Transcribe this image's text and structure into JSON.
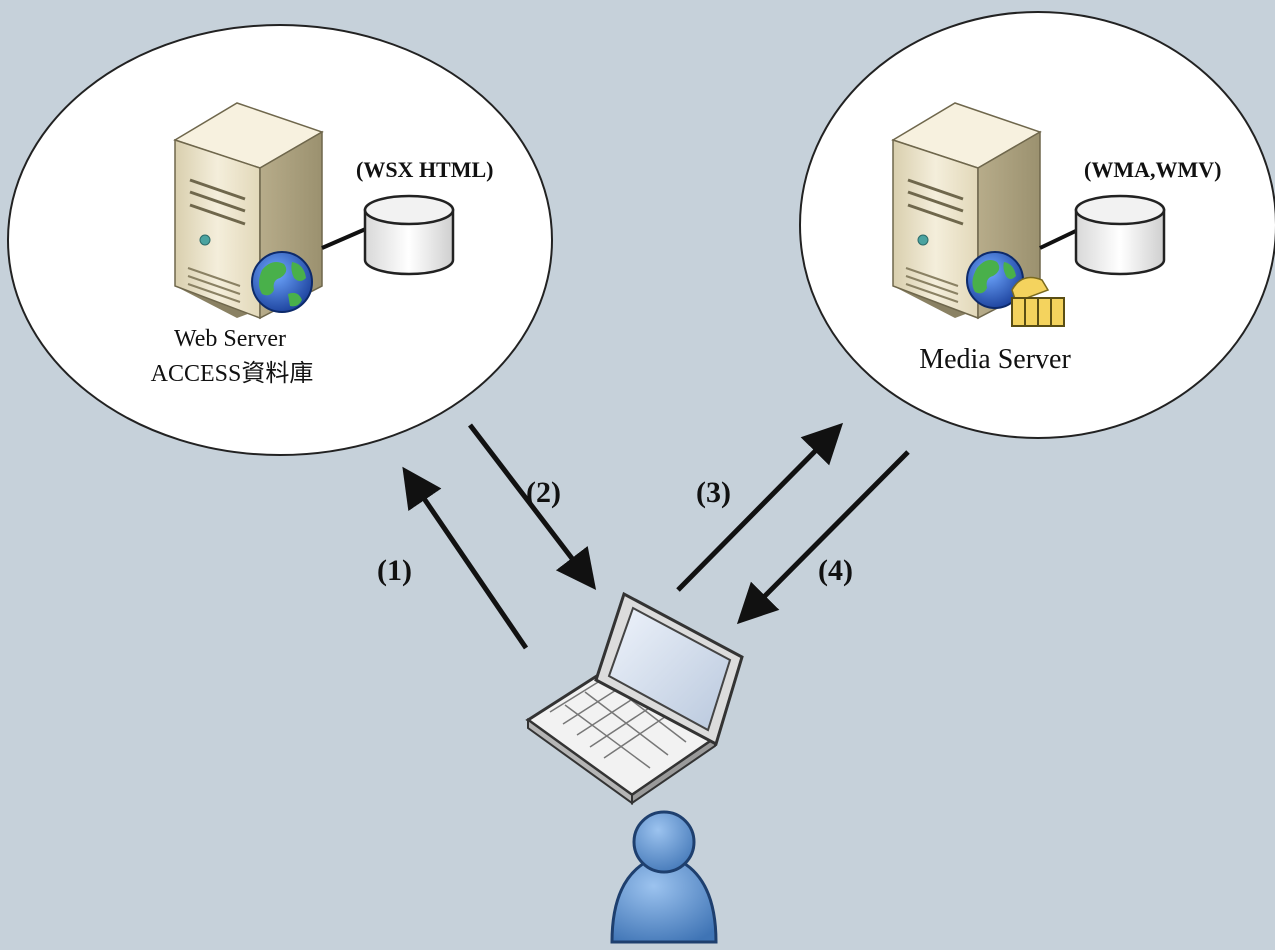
{
  "web_server": {
    "db_label": "(WSX HTML)",
    "name": "Web Server",
    "subtitle": "ACCESS資料庫"
  },
  "media_server": {
    "db_label": "(WMA,WMV)",
    "name": "Media Server"
  },
  "steps": {
    "s1": "(1)",
    "s2": "(2)",
    "s3": "(3)",
    "s4": "(4)"
  },
  "colors": {
    "background": "#c6d1da",
    "bubble": "#ffffff",
    "tower": "#efe7cf",
    "user": "#5b8fcb",
    "arrow": "#111111"
  },
  "icons": {
    "web_server": "server-tower-globe-icon",
    "media_server": "server-tower-globe-film-icon",
    "database": "database-cylinder-icon",
    "client": "laptop-icon",
    "user": "user-icon"
  }
}
